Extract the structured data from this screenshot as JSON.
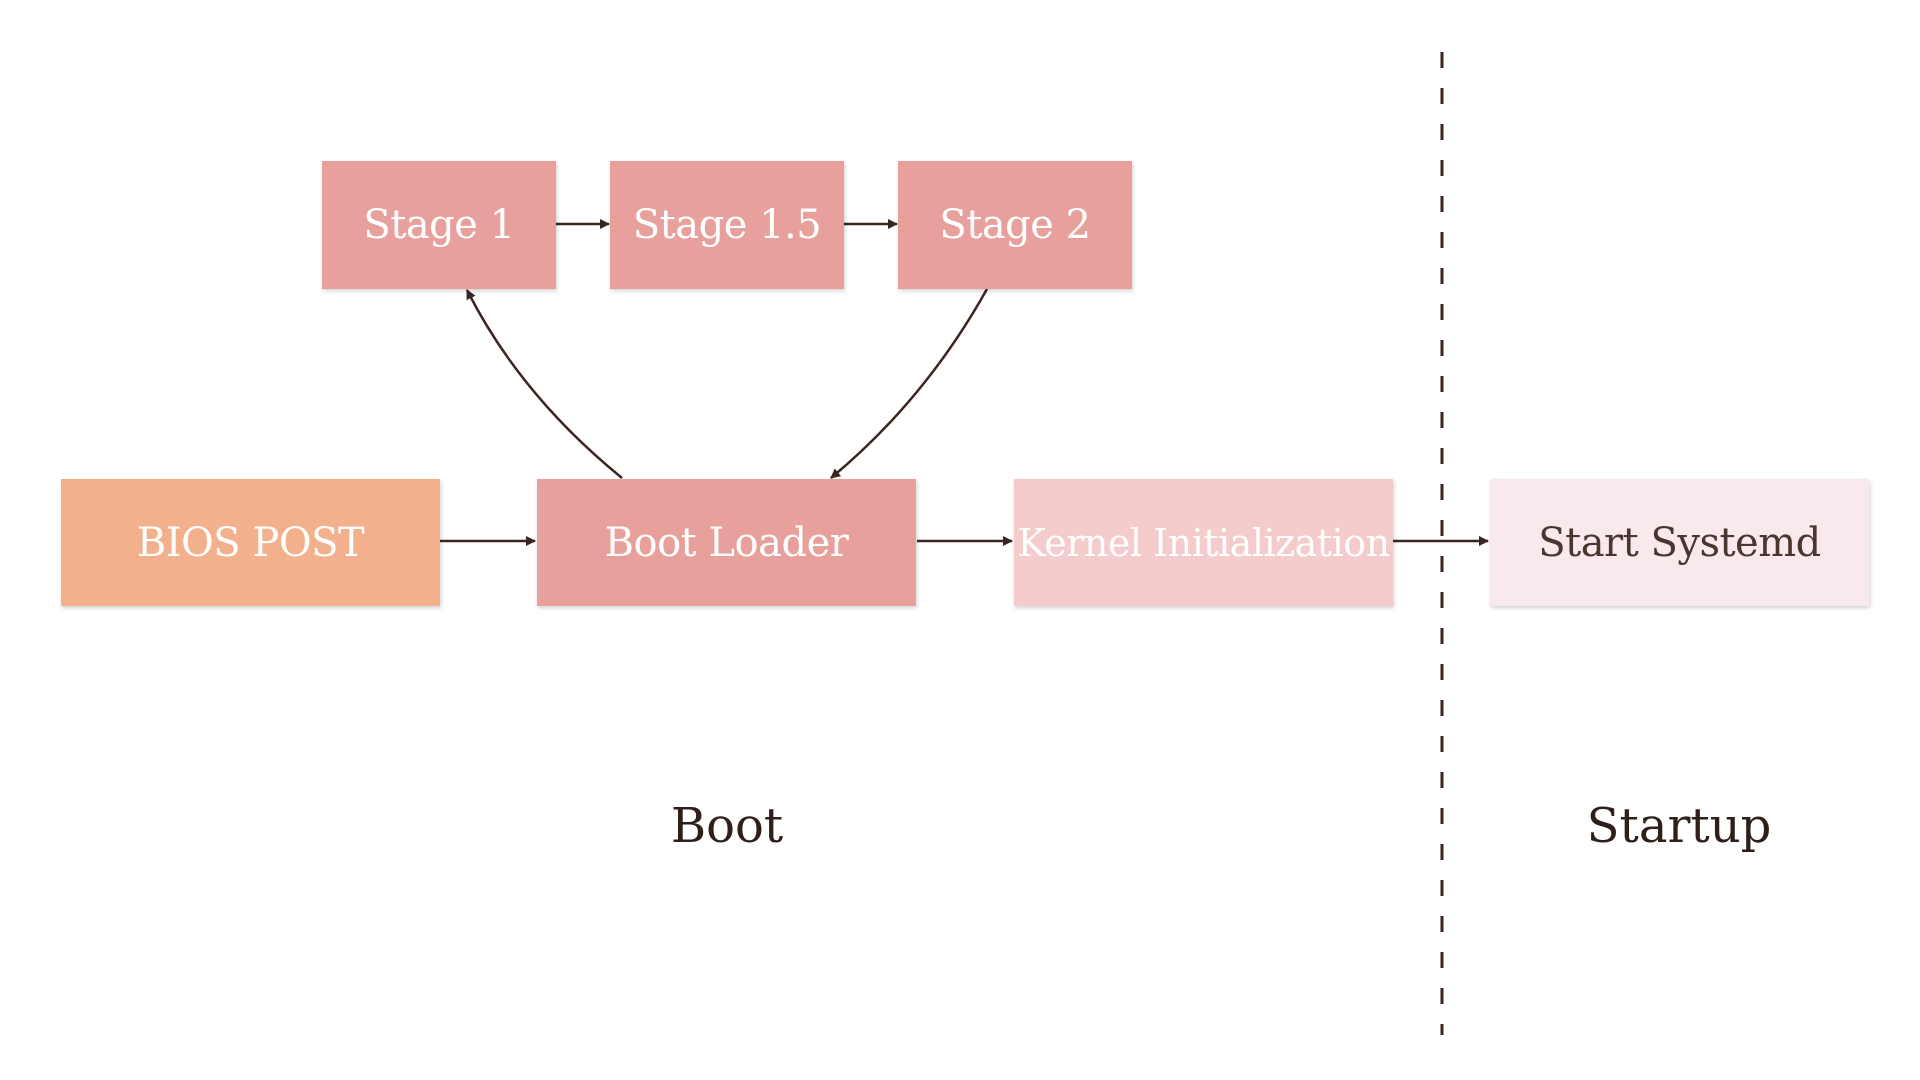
{
  "colors": {
    "bios": "#f2b08c",
    "stage": "#e8a09c",
    "kernel": "#f4cccc",
    "systemd": "#f8eaec",
    "systemd_text": "#4a3530",
    "arrow": "#3a2520",
    "divider": "#3a2520",
    "label_text": "#2e1f1a"
  },
  "nodes": {
    "stage1": "Stage 1",
    "stage15": "Stage 1.5",
    "stage2": "Stage 2",
    "bios_post": "BIOS POST",
    "boot_loader": "Boot Loader",
    "kernel_init": "Kernel Initialization",
    "start_systemd": "Start Systemd"
  },
  "sections": {
    "boot": "Boot",
    "startup": "Startup"
  }
}
